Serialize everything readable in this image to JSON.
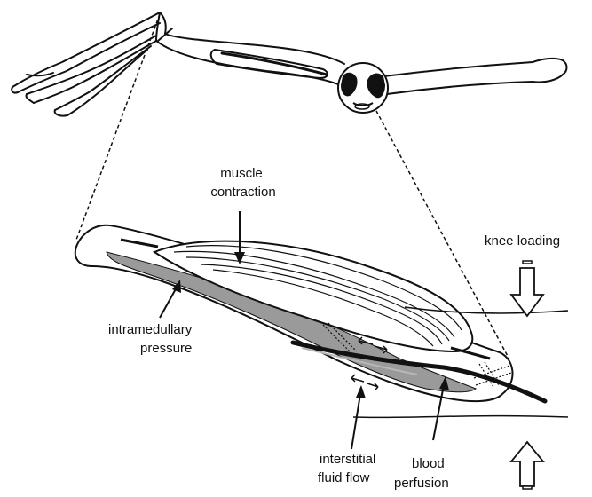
{
  "labels": {
    "muscle_contraction_1": "muscle",
    "muscle_contraction_2": "contraction",
    "knee_loading": "knee loading",
    "intramedullary_1": "intramedullary",
    "intramedullary_2": "pressure",
    "interstitial_1": "interstitial",
    "interstitial_2": "fluid flow",
    "blood_1": "blood",
    "blood_2": "perfusion"
  },
  "colors": {
    "stroke": "#111111",
    "marrow": "#9a9a9a",
    "vessel": "#b8b8b8",
    "background": "#ffffff"
  }
}
